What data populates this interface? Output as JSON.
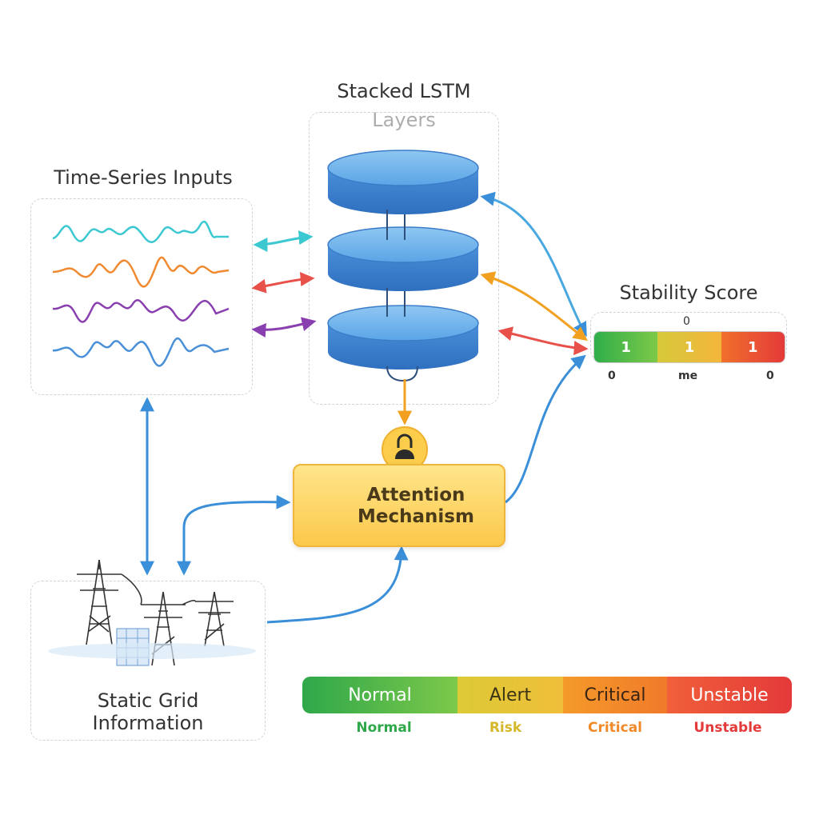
{
  "titles": {
    "time_series": "Time-Series Inputs",
    "lstm": "Stacked LSTM Layers",
    "stability": "Stability Score",
    "static_grid": "Static Grid Information"
  },
  "attention": {
    "label": "Attention Mechanism"
  },
  "stability_score": {
    "top_label": "0",
    "segments": [
      "1",
      "1",
      "1"
    ],
    "left_label": "0",
    "mid_label": "me",
    "right_label": "0"
  },
  "legend": {
    "segments": [
      "Normal",
      "Alert",
      "Critical",
      "Unstable"
    ],
    "labels": [
      "Normal",
      "Risk",
      "Critical",
      "Unstable"
    ]
  },
  "colors": {
    "teal": "#3cc8d0",
    "orange": "#f08a30",
    "purple": "#8a3fb0",
    "blue": "#3a8fd8",
    "red": "#e84848",
    "normal": "#3cb34a",
    "alert": "#e4c63a",
    "critical": "#f08c28",
    "unstable": "#e84040"
  }
}
